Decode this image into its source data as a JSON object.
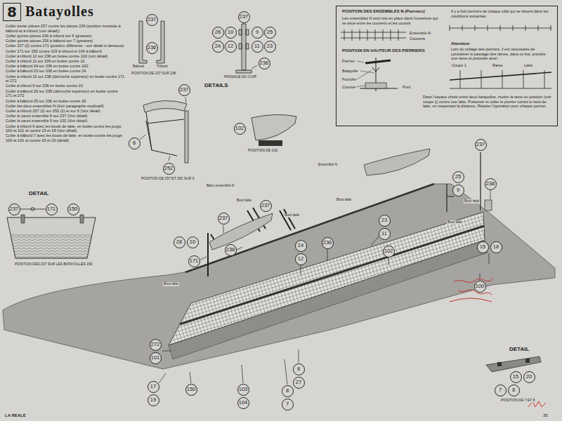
{
  "diagram": {
    "title": "Batayolles",
    "nodes": [
      {
        "text": [
          "8"
        ]
      },
      {
        "text": [
          "POSITION DES ENSEMBLES N (Pierriers)",
          "Les ensembles N sont mis en place dans l'ouverture qui se situe entre les couverts et les coursis",
          "POSITION EN HAUTEUR DES PIERRIERS",
          "Il y a huit pierriers de chaque côté qui se situent dans les conditions suivantes",
          "Attention",
          "Lors du collage des pierriers, il est nécessaire de considérer le passage des rames, dans ce but, prendre une rame et procéder ainsi :",
          "Dans l'espace choisi entre deux batayolles, mettre la rame en position (voir coupe 1) contre une latte. Présenter et coller le pierrier contre le bout de latte, en respectant la distance. Répéter l'opération pour chaque pierrier."
        ]
      },
      {
        "text": [
          "237"
        ]
      },
      {
        "text": [
          "237"
        ]
      },
      {
        "text": [
          "26"
        ]
      },
      {
        "text": [
          "10"
        ]
      },
      {
        "text": [
          "9"
        ]
      },
      {
        "text": [
          "25"
        ]
      },
      {
        "text": [
          "24"
        ]
      },
      {
        "text": [
          "12"
        ]
      },
      {
        "text": [
          "11"
        ]
      },
      {
        "text": [
          "23"
        ]
      },
      {
        "text": [
          "236"
        ]
      },
      {
        "text": [
          "236"
        ]
      },
      {
        "text": [
          "237"
        ]
      },
      {
        "text": [
          "102"
        ]
      },
      {
        "text": [
          "6"
        ]
      },
      {
        "text": [
          "237"
        ]
      },
      {
        "text": [
          "252"
        ]
      },
      {
        "text": [
          "25"
        ]
      },
      {
        "text": [
          "238"
        ]
      },
      {
        "text": [
          "9"
        ]
      },
      {
        "text": [
          "237"
        ]
      },
      {
        "text": [
          "237"
        ]
      },
      {
        "text": [
          "171"
        ]
      },
      {
        "text": [
          "150"
        ]
      },
      {
        "text": [
          "237"
        ]
      },
      {
        "text": [
          "23"
        ]
      },
      {
        "text": [
          "11"
        ]
      },
      {
        "text": [
          "28"
        ]
      },
      {
        "text": [
          "10"
        ]
      },
      {
        "text": [
          "24"
        ]
      },
      {
        "text": [
          "12"
        ]
      },
      {
        "text": [
          "236"
        ]
      },
      {
        "text": [
          "15"
        ]
      },
      {
        "text": [
          "18"
        ]
      },
      {
        "text": [
          "238"
        ]
      },
      {
        "text": [
          "102"
        ]
      },
      {
        "text": [
          "171"
        ]
      },
      {
        "text": [
          "100"
        ]
      },
      {
        "text": [
          "272"
        ]
      },
      {
        "text": [
          "101"
        ]
      },
      {
        "text": [
          "8"
        ]
      },
      {
        "text": [
          "27"
        ]
      },
      {
        "text": [
          "15"
        ]
      },
      {
        "text": [
          "20"
        ]
      },
      {
        "text": [
          "17"
        ]
      },
      {
        "text": [
          "150"
        ]
      },
      {
        "text": [
          "103"
        ]
      },
      {
        "text": [
          "8"
        ]
      },
      {
        "text": [
          "7"
        ]
      },
      {
        "text": [
          "8"
        ]
      },
      {
        "text": [
          "19"
        ]
      },
      {
        "text": [
          "104"
        ]
      },
      {
        "text": [
          "7"
        ]
      }
    ],
    "edges": [
      {
        "from": 23,
        "to": 24,
        "arrow": "none"
      }
    ],
    "labels": [
      "Coller trente pièces 237 contre les pièces 236 (position inversée à bâbord et à tribord (voir détail))",
      "Coller quinze pièces 236 à tribord sur 6 (greaves)",
      "Coller quinze pièces 236 à bâbord sur 7 (greaves)",
      "Coller 237 (2) contre 171 (position différente - voir détail ci-dessous)",
      "Coller 171 sur 150 contre 103 à tribord et 104 à bâbord",
      "Coller à tribord 12 sur 236 en butée contre 102 (voir détail)",
      "Coller à tribord 11 sur 236 en butée contre 12",
      "Coller à bâbord 24 sur 236 en butée contre 102",
      "Coller à bâbord 23 sur 236 en butée contre 24",
      "Coller à tribord 10 sur 238 (décroché supérieur) en butée contre 171 et 272",
      "Coller à tribord 9 sur 236 en butée contre 10",
      "Coller à bâbord 26 sur 238 (décroché supérieur) en butée contre 171 et 272",
      "Coller à bâbord 25 sur 236 en butée contre 26",
      "Coller les deux ensembles N (Voir paragraphe explicatif)",
      "Coller à tribord 257 (2) sur 252 (2) et sur 6 (Voir détail)",
      "Coller le canot ensemble 6 sur 237 (Voir détail)",
      "Coller le canot ensemble 9 sur 102 (Voir détail)",
      "Coller à tribord 6 avec les bouts de latte, en butée contre les jougs 100 et 101 et contre 15 et 18 (Voir détail)",
      "Coller à bâbord 7 avec les bouts de latte, en butée contre les jougs 100 et 101 et contre 20 et 20 (détail)",
      "Babord",
      "Tribord",
      "POSITION DE 237 SUR 236",
      "PASSAGE DU CUIR",
      "DETAILS",
      "Ensemble N",
      "Couverts",
      "Pierrier",
      "Batayolle",
      "Fourche",
      "Coursie",
      "Pont",
      "Coupe 1",
      "Rame",
      "Latte",
      "POSITION DE 102",
      "POSITION DE 257 ET 252 SUR 6",
      "Ensemble N",
      "Banc ensemble N",
      "DETAIL",
      "Bout latté",
      "Bout latté",
      "Bout latté",
      "Bout latté",
      "Bout latté",
      "POSITION DES 237 SUR LES BATAYOLLES 150",
      "Bout latté",
      "DETAIL",
      "POSITION DE 7 ET 8",
      "LA REALE",
      "35"
    ]
  }
}
